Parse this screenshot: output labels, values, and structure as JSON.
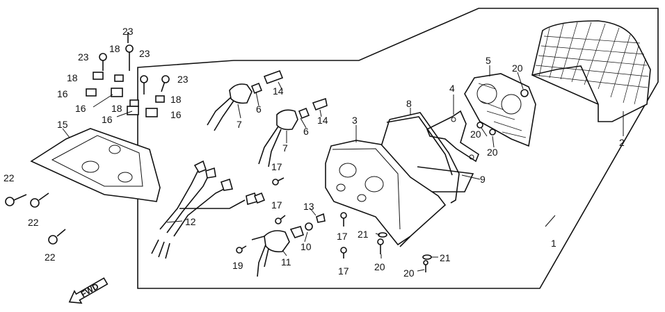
{
  "callouts": [
    {
      "id": "c1",
      "text": "1"
    },
    {
      "id": "c2",
      "text": "2"
    },
    {
      "id": "c3",
      "text": "3"
    },
    {
      "id": "c4",
      "text": "4"
    },
    {
      "id": "c5",
      "text": "5"
    },
    {
      "id": "c6a",
      "text": "6"
    },
    {
      "id": "c6b",
      "text": "6"
    },
    {
      "id": "c7a",
      "text": "7"
    },
    {
      "id": "c7b",
      "text": "7"
    },
    {
      "id": "c8",
      "text": "8"
    },
    {
      "id": "c9",
      "text": "9"
    },
    {
      "id": "c10",
      "text": "10"
    },
    {
      "id": "c11",
      "text": "11"
    },
    {
      "id": "c12",
      "text": "12"
    },
    {
      "id": "c13",
      "text": "13"
    },
    {
      "id": "c14a",
      "text": "14"
    },
    {
      "id": "c14b",
      "text": "14"
    },
    {
      "id": "c15",
      "text": "15"
    },
    {
      "id": "c16a",
      "text": "16"
    },
    {
      "id": "c16b",
      "text": "16"
    },
    {
      "id": "c16c",
      "text": "16"
    },
    {
      "id": "c16d",
      "text": "16"
    },
    {
      "id": "c17a",
      "text": "17"
    },
    {
      "id": "c17b",
      "text": "17"
    },
    {
      "id": "c17c",
      "text": "17"
    },
    {
      "id": "c17d",
      "text": "17"
    },
    {
      "id": "c18a",
      "text": "18"
    },
    {
      "id": "c18b",
      "text": "18"
    },
    {
      "id": "c18c",
      "text": "18"
    },
    {
      "id": "c18d",
      "text": "18"
    },
    {
      "id": "c19",
      "text": "19"
    },
    {
      "id": "c20a",
      "text": "20"
    },
    {
      "id": "c20b",
      "text": "20"
    },
    {
      "id": "c20c",
      "text": "20"
    },
    {
      "id": "c20d",
      "text": "20"
    },
    {
      "id": "c20e",
      "text": "20"
    },
    {
      "id": "c21a",
      "text": "21"
    },
    {
      "id": "c21b",
      "text": "21"
    },
    {
      "id": "c22a",
      "text": "22"
    },
    {
      "id": "c22b",
      "text": "22"
    },
    {
      "id": "c22c",
      "text": "22"
    },
    {
      "id": "c23a",
      "text": "23"
    },
    {
      "id": "c23b",
      "text": "23"
    },
    {
      "id": "c23c",
      "text": "23"
    },
    {
      "id": "c23d",
      "text": "23"
    }
  ],
  "direction_label": "FWD"
}
